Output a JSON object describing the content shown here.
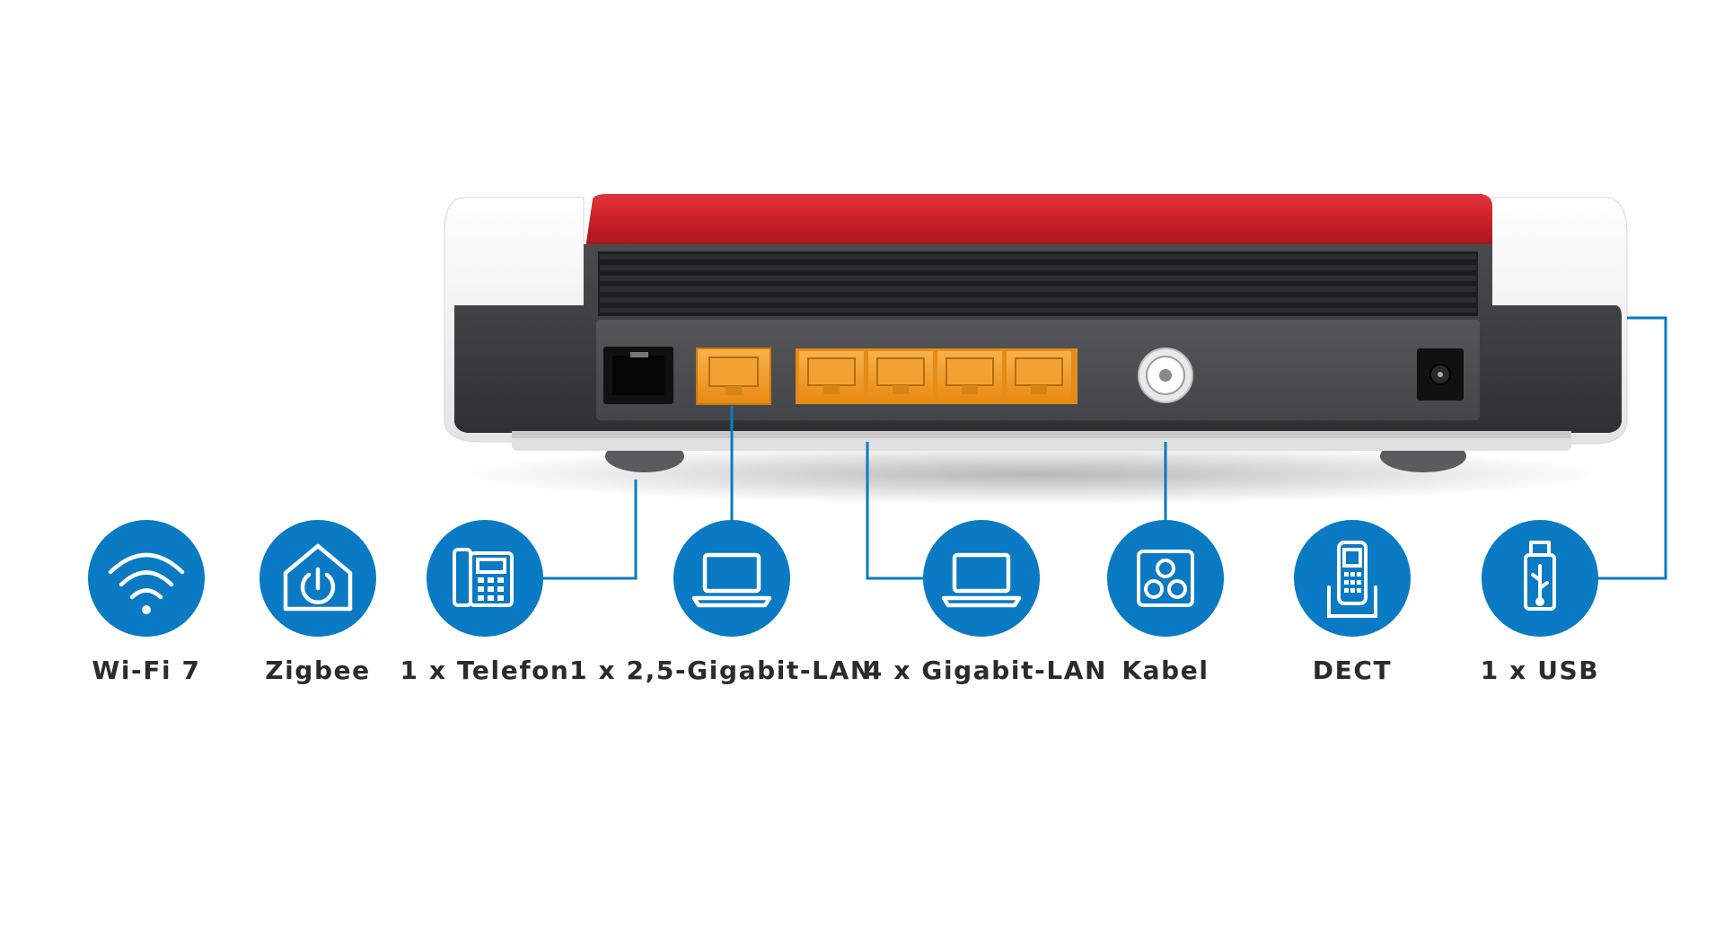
{
  "colors": {
    "brand_blue": "#0a7ac4",
    "router_red": "#c21d24",
    "router_dark": "#3a3b3d",
    "port_orange": "#f39c1f",
    "label_text": "#2b2b2b"
  },
  "features": [
    {
      "label": "Wi-Fi 7",
      "icon": "wifi-icon"
    },
    {
      "label": "Zigbee",
      "icon": "smart-home-icon"
    },
    {
      "label": "1 x Telefon",
      "icon": "desk-phone-icon"
    },
    {
      "label": "1 x 2,5-Gigabit-LAN",
      "icon": "laptop-icon"
    },
    {
      "label": "4 x Gigabit-LAN",
      "icon": "laptop-icon"
    },
    {
      "label": "Kabel",
      "icon": "coax-socket-icon"
    },
    {
      "label": "DECT",
      "icon": "cordless-phone-icon"
    },
    {
      "label": "1 x USB",
      "icon": "usb-stick-icon"
    }
  ]
}
